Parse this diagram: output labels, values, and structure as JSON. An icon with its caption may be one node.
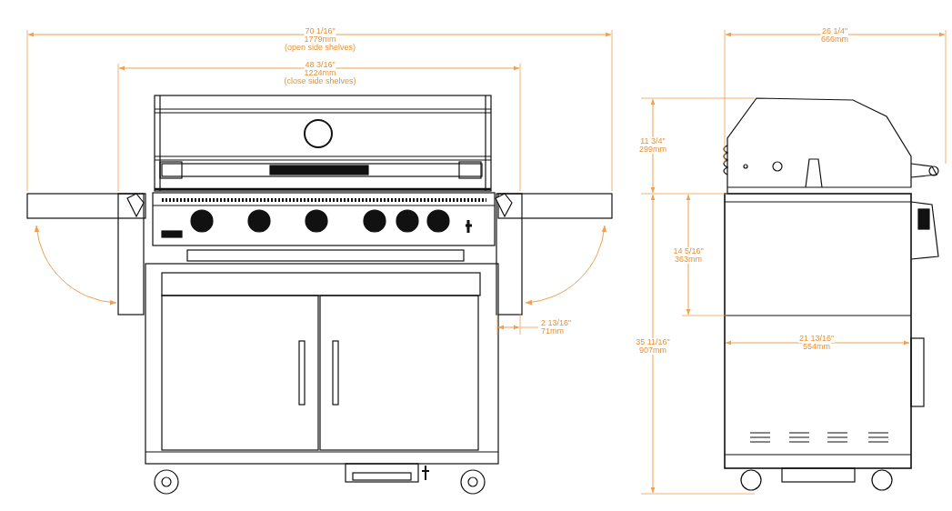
{
  "diagram": {
    "labels": [
      "70 1/16\"",
      "1779mm",
      "(open side shelves)",
      "48 3/16\"",
      "1224mm",
      "(close side shelves)",
      "26 1/4\"",
      "666mm",
      "11 3/4\"",
      "299mm",
      "14 5/16\"",
      "363mm",
      "2 13/16\"",
      "71mm",
      "21 13/16\"",
      "554mm",
      "35 11/16\"",
      "907mm"
    ]
  }
}
